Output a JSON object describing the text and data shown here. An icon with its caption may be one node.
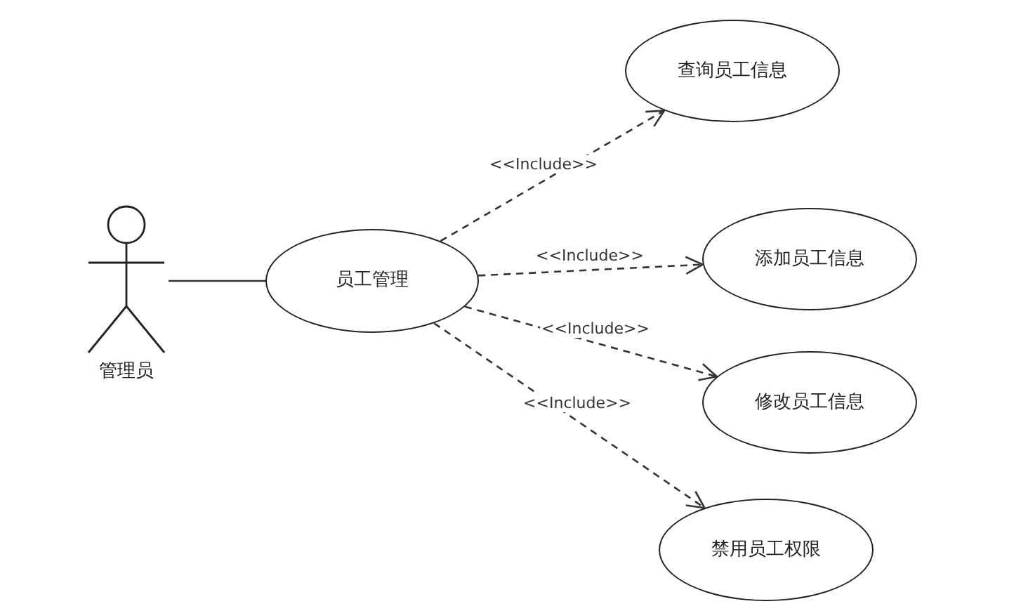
{
  "diagram": {
    "nodes": [
      {
        "text": [
          "管理员"
        ]
      },
      {
        "text": [
          "员工管理"
        ]
      },
      {
        "text": [
          "查询员工信息"
        ]
      },
      {
        "text": [
          "添加员工信息"
        ]
      },
      {
        "text": [
          "修改员工信息"
        ]
      },
      {
        "text": [
          "禁用员工权限"
        ]
      }
    ],
    "edges": [
      {
        "from": 0,
        "to": 1,
        "arrow": "none"
      },
      {
        "from": 1,
        "to": 2,
        "arrow": "to",
        "label": "<<Include>>",
        "style": "dashed"
      },
      {
        "from": 1,
        "to": 3,
        "arrow": "to",
        "label": "<<Include>>",
        "style": "dashed"
      },
      {
        "from": 1,
        "to": 4,
        "arrow": "to",
        "label": "<<Include>>",
        "style": "dashed"
      },
      {
        "from": 1,
        "to": 5,
        "arrow": "to",
        "label": "<<Include>>",
        "style": "dashed"
      }
    ]
  }
}
